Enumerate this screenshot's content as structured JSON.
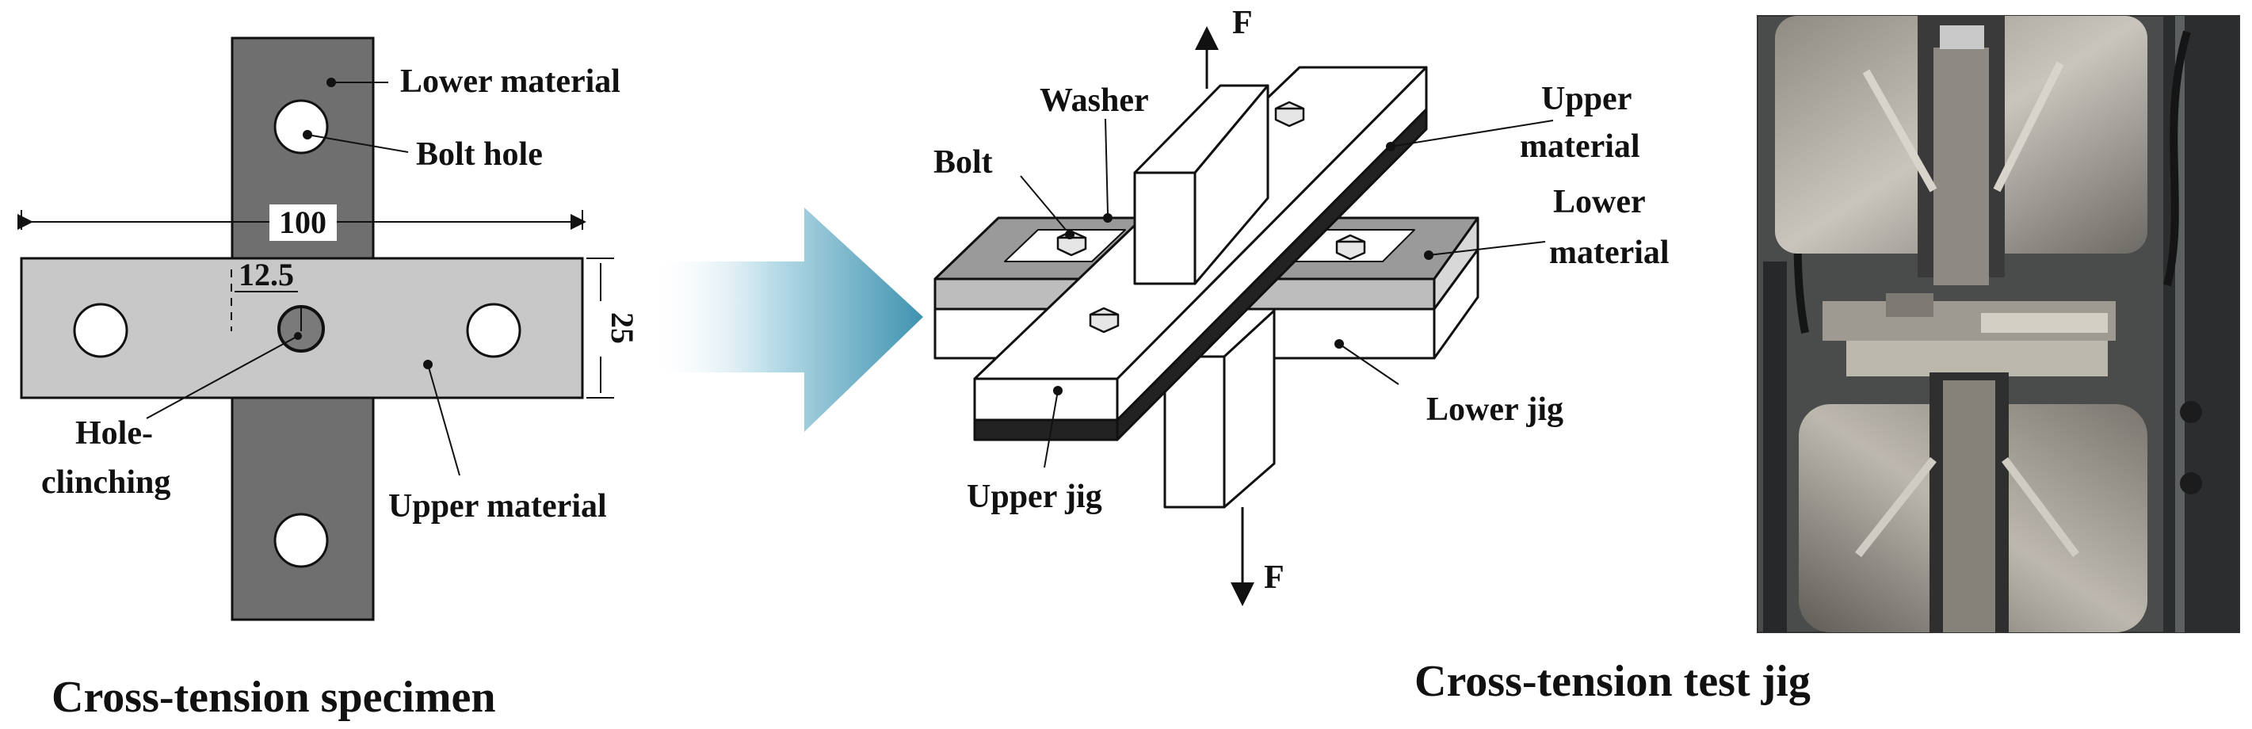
{
  "specimen": {
    "labels": {
      "lower_material": "Lower material",
      "bolt_hole": "Bolt hole",
      "hole_clinching_1": "Hole-",
      "hole_clinching_2": "clinching",
      "upper_material": "Upper material"
    },
    "dimensions": {
      "width": "100",
      "offset": "12.5",
      "height": "25"
    },
    "caption": "Cross-tension specimen"
  },
  "jig": {
    "labels": {
      "force_top": "F",
      "force_bottom": "F",
      "washer": "Washer",
      "bolt": "Bolt",
      "upper_material_1": "Upper",
      "upper_material_2": "material",
      "lower_material_1": "Lower",
      "lower_material_2": "material",
      "lower_jig": "Lower jig",
      "upper_jig": "Upper jig"
    },
    "caption": "Cross-tension test jig"
  },
  "colors": {
    "lower_material_fill": "#6f6f6f",
    "upper_material_fill": "#c8c8c8",
    "arrow_dark": "#3f93b0",
    "arrow_light": "#ffffff",
    "outline": "#111111"
  }
}
